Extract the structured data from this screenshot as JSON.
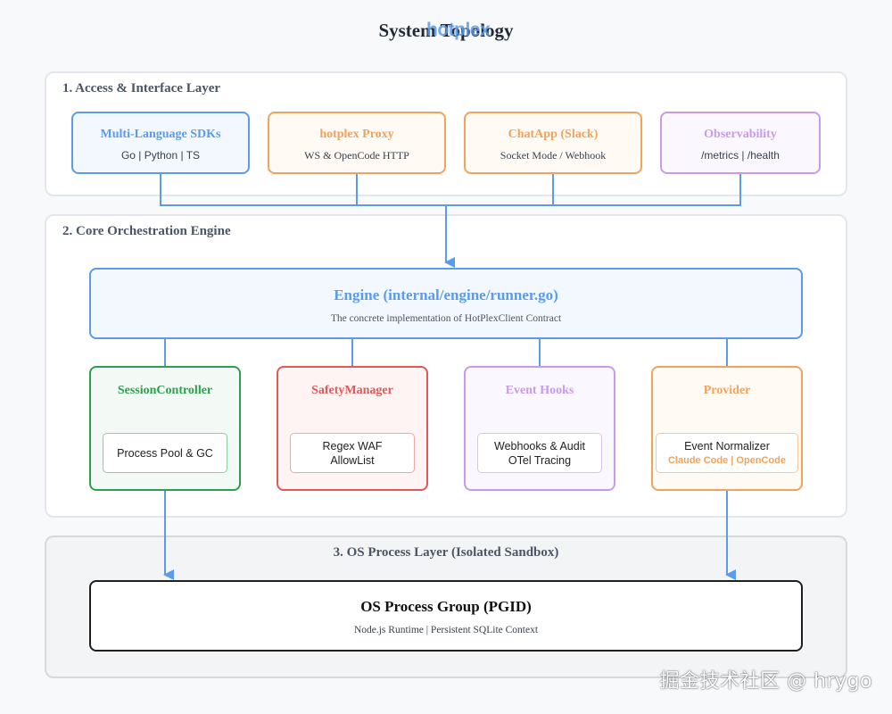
{
  "title": "System Topology",
  "logo": {
    "main": "hotplex"
  },
  "layers": {
    "access": {
      "title": "1. Access & Interface Layer",
      "boxes": [
        {
          "title": "Multi-Language SDKs",
          "subtitle": "Go | Python | TS",
          "color": "#5b9bea",
          "bg": "#f3f8fe"
        },
        {
          "title": "hotplex Proxy",
          "subtitle": "WS & OpenCode HTTP",
          "color": "#f0a35e",
          "bg": "#fffaf4"
        },
        {
          "title": "ChatApp (Slack)",
          "subtitle": "Socket Mode / Webhook",
          "color": "#f0a35e",
          "bg": "#fffaf4"
        },
        {
          "title": "Observability",
          "subtitle": "/metrics | /health",
          "color": "#c79be8",
          "bg": "#fbf7fe"
        }
      ]
    },
    "core": {
      "title": "2. Core Orchestration Engine",
      "engine": {
        "title": "Engine (internal/engine/runner.go)",
        "subtitle": "The concrete implementation of HotPlexClient Contract",
        "color": "#5b9bea"
      },
      "modules": [
        {
          "title": "SessionController",
          "line1": "Process Pool & GC",
          "line2": "",
          "color": "#2e9e4f",
          "bg": "#f3faf5",
          "inner_border": "#8ccf9f"
        },
        {
          "title": "SafetyManager",
          "line1": "Regex WAF",
          "line2": "AllowList",
          "color": "#e05858",
          "bg": "#fef4f4",
          "inner_border": "#eea7a7"
        },
        {
          "title": "Event Hooks",
          "line1": "Webhooks & Audit",
          "line2": "OTel Tracing",
          "color": "#c79be8",
          "bg": "#fbf7fe",
          "inner_border": "#dcc4f1"
        },
        {
          "title": "Provider",
          "line1": "Event Normalizer",
          "line2": "Claude Code | OpenCode",
          "color": "#f0a35e",
          "bg": "#fffaf4",
          "inner_border": "#f5c79e"
        }
      ]
    },
    "os": {
      "title": "3. OS Process Layer (Isolated Sandbox)",
      "group": {
        "title": "OS Process Group (PGID)",
        "subtitle": "Node.js Runtime | Persistent SQLite Context"
      }
    }
  },
  "colors": {
    "connector": "#5b9bea",
    "os_border": "#1f1f1f"
  },
  "watermark": "掘金技术社区 @ hrygo"
}
